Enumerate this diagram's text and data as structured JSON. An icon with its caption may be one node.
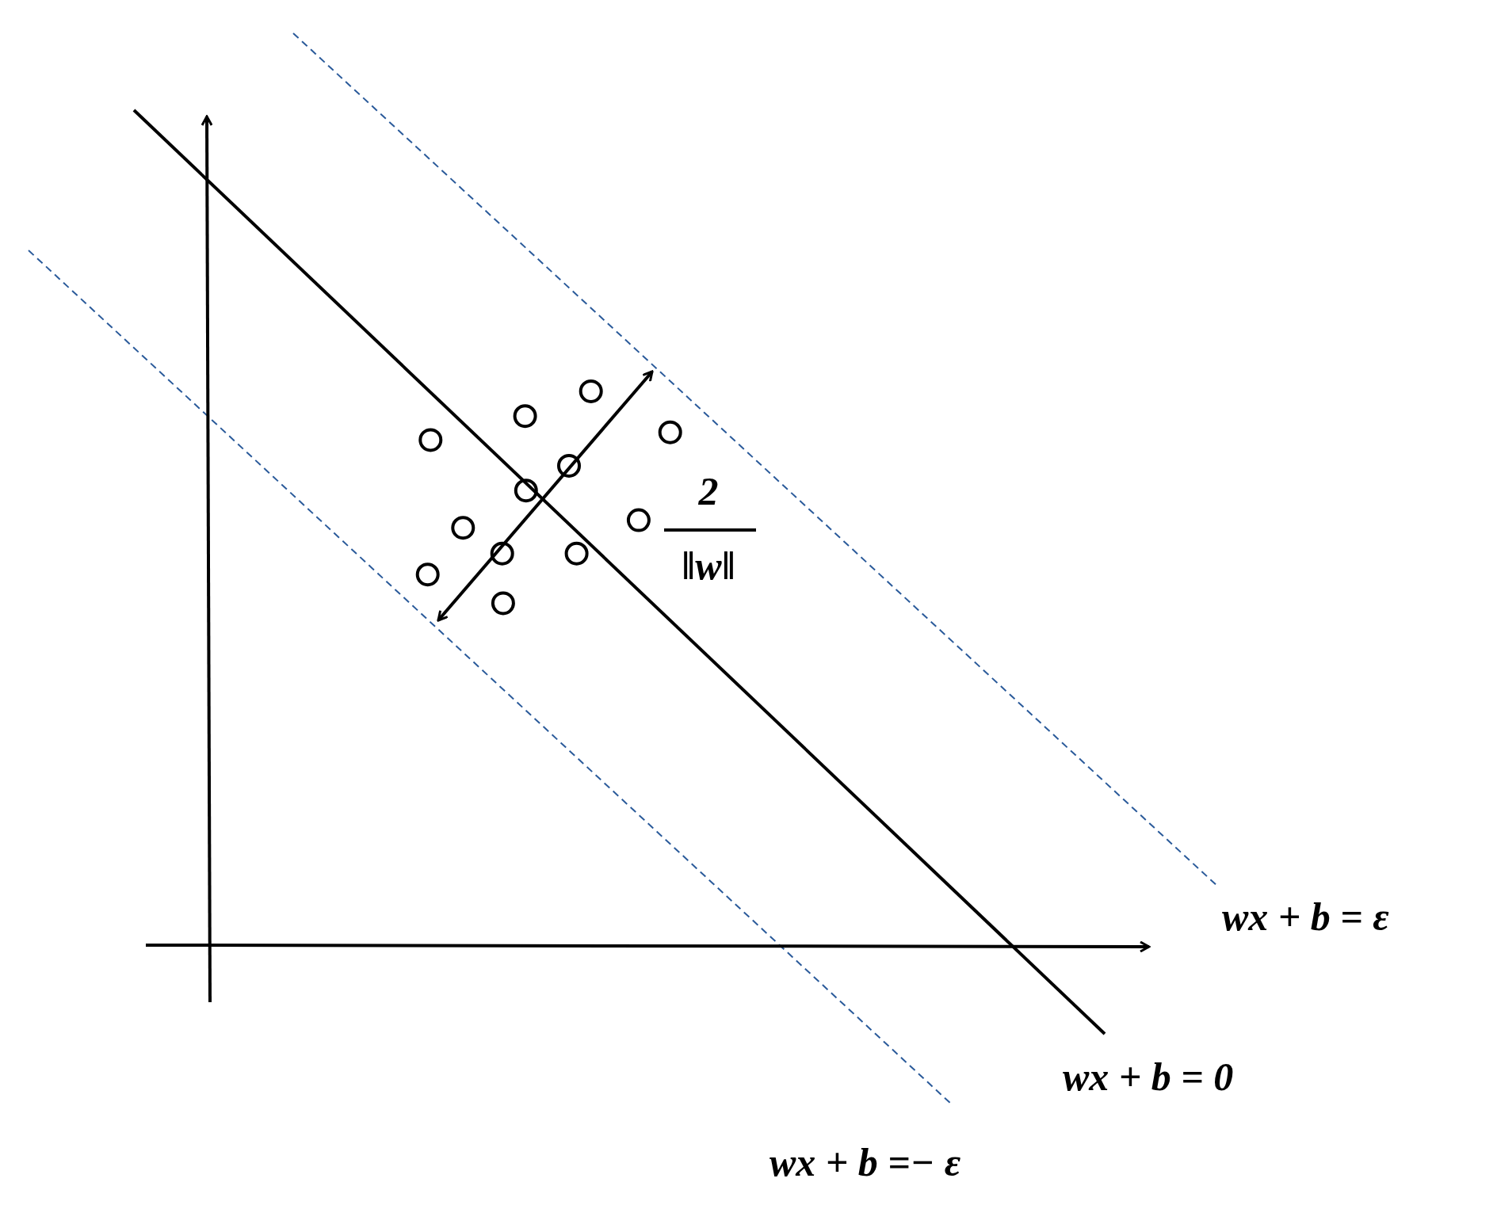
{
  "diagram": {
    "labels": [
      "2",
      "‖w‖",
      "wx + b = ε",
      "wx + b = 0",
      "wx + b =− ε"
    ]
  }
}
